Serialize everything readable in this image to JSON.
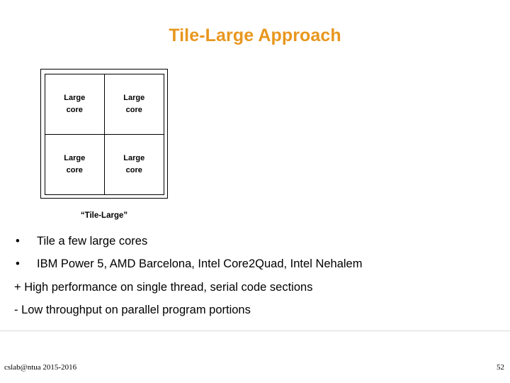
{
  "slide": {
    "title": "Tile-Large Approach",
    "title_color": "#E8971E",
    "background_color": "#FFFFFF"
  },
  "diagram": {
    "name": "tile-large-core-grid",
    "rows": 2,
    "columns": 2,
    "cells": [
      {
        "line1": "Large",
        "line2": "core"
      },
      {
        "line1": "Large",
        "line2": "core"
      },
      {
        "line1": "Large",
        "line2": "core"
      },
      {
        "line1": "Large",
        "line2": "core"
      }
    ],
    "caption": "“Tile-Large”"
  },
  "body": {
    "bullets": [
      {
        "marker": "•",
        "text": "Tile a few large cores"
      },
      {
        "marker": "•",
        "text": "IBM Power 5, AMD Barcelona, Intel Core2Quad, Intel Nehalem"
      }
    ],
    "notes": [
      {
        "text": "+ High performance on single thread, serial code sections"
      },
      {
        "text": "- Low throughput on parallel program portions"
      }
    ]
  },
  "footer": {
    "credit": "cslab@ntua 2015-2016",
    "page_number": "52"
  }
}
